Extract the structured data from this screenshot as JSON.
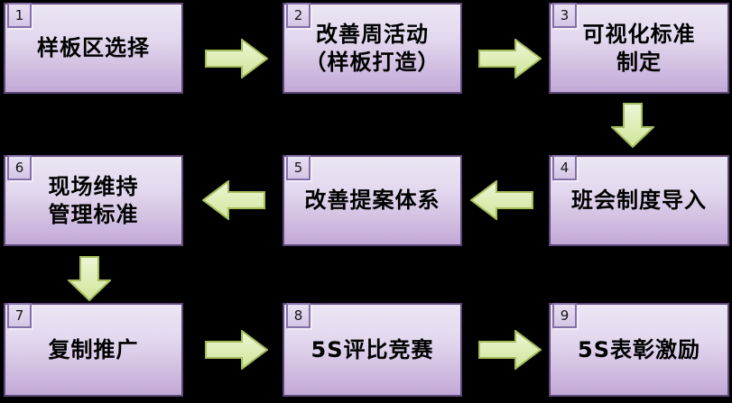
{
  "diagram": {
    "type": "flowchart",
    "background": "#000000",
    "description_visible_only": "9-step numbered process flow, S-shaped reading order"
  },
  "colors": {
    "box_fill_top": "#ece6f4",
    "box_fill_bottom": "#c2a9d6",
    "box_border": "#5d4879",
    "badge_fill": "#ddd0ec",
    "badge_border": "#8370a8",
    "arrow_fill_top": "#eef6d6",
    "arrow_fill_bottom": "#cfe59a",
    "arrow_border": "#a4bc5a",
    "text": "#000000"
  },
  "flow": {
    "steps": [
      {
        "number": "1",
        "lines": [
          "样板区选择"
        ]
      },
      {
        "number": "2",
        "lines": [
          "改善周活动",
          "（样板打造）"
        ]
      },
      {
        "number": "3",
        "lines": [
          "可视化标准",
          "制定"
        ]
      },
      {
        "number": "4",
        "lines": [
          "班会制度导入"
        ]
      },
      {
        "number": "5",
        "lines": [
          "改善提案体系"
        ]
      },
      {
        "number": "6",
        "lines": [
          "现场维持",
          "管理标准"
        ]
      },
      {
        "number": "7",
        "lines": [
          "复制推广"
        ]
      },
      {
        "number": "8",
        "lines": [
          "5S评比竞赛"
        ]
      },
      {
        "number": "9",
        "lines": [
          "5S表彰激励"
        ]
      }
    ],
    "connections": [
      {
        "from": "1",
        "to": "2",
        "direction": "right"
      },
      {
        "from": "2",
        "to": "3",
        "direction": "right"
      },
      {
        "from": "3",
        "to": "4",
        "direction": "down"
      },
      {
        "from": "4",
        "to": "5",
        "direction": "left"
      },
      {
        "from": "5",
        "to": "6",
        "direction": "left"
      },
      {
        "from": "6",
        "to": "7",
        "direction": "down"
      },
      {
        "from": "7",
        "to": "8",
        "direction": "right"
      },
      {
        "from": "8",
        "to": "9",
        "direction": "right"
      }
    ]
  }
}
